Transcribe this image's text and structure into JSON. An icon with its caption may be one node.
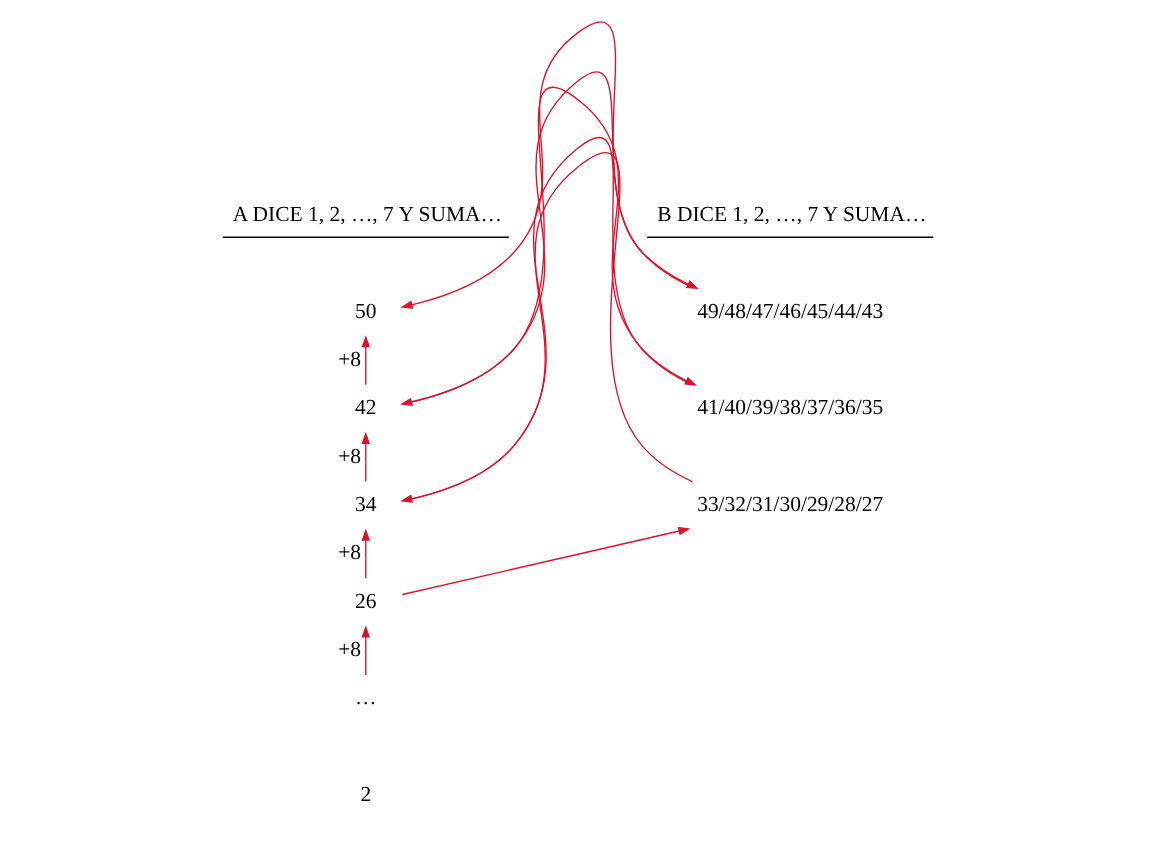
{
  "diagram": {
    "nodes": [
      {
        "text": [
          "50"
        ]
      },
      {
        "text": [
          "42"
        ]
      },
      {
        "text": [
          "34"
        ]
      },
      {
        "text": [
          "26"
        ]
      },
      {
        "text": [
          "…"
        ]
      },
      {
        "text": [
          "49/48/47/46/45/44/43"
        ]
      },
      {
        "text": [
          "41/40/39/38/37/36/35"
        ]
      },
      {
        "text": [
          "33/32/31/30/29/28/27"
        ]
      }
    ],
    "edges": [
      {
        "from": 1,
        "to": 0,
        "arrow": "to",
        "label": "+8"
      },
      {
        "from": 2,
        "to": 1,
        "arrow": "to",
        "label": "+8"
      },
      {
        "from": 3,
        "to": 2,
        "arrow": "to",
        "label": "+8"
      },
      {
        "from": 4,
        "to": 3,
        "arrow": "to",
        "label": "+8"
      },
      {
        "from": 5,
        "to": 0,
        "arrow": "to"
      },
      {
        "from": 1,
        "to": 5,
        "arrow": "to"
      },
      {
        "from": 6,
        "to": 1,
        "arrow": "to"
      },
      {
        "from": 2,
        "to": 6,
        "arrow": "to"
      },
      {
        "from": 7,
        "to": 2,
        "arrow": "to"
      },
      {
        "from": 3,
        "to": 7,
        "arrow": "to"
      }
    ],
    "labels": [
      "A DICE 1, 2, …, 7 Y SUMA…",
      "B DICE 1, 2, …, 7 Y SUMA…",
      "2"
    ]
  }
}
